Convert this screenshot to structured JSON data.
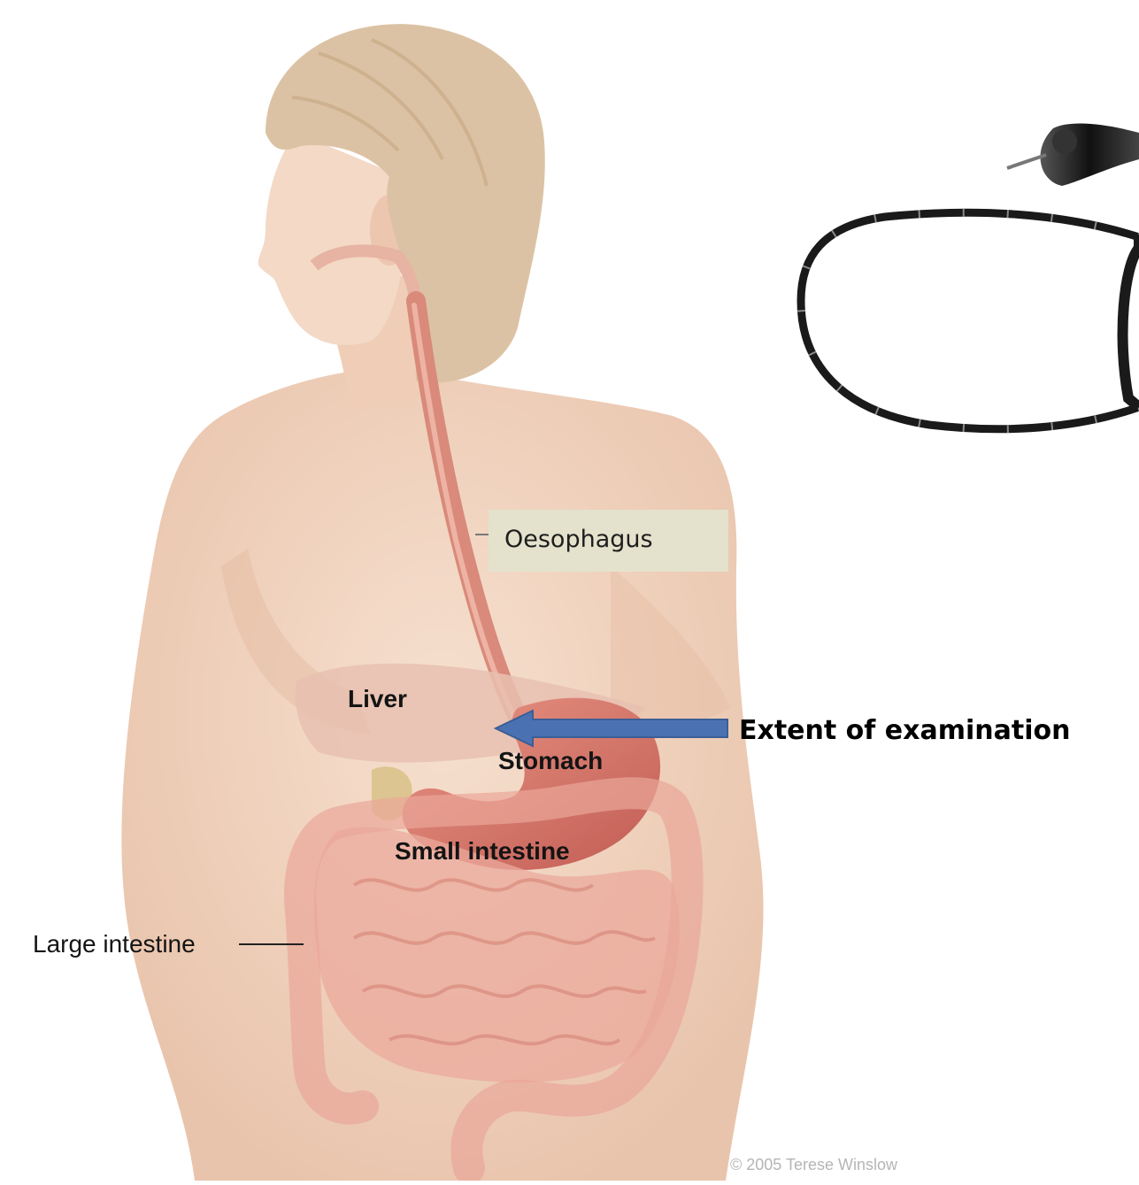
{
  "labels": {
    "oesophagus": "Oesophagus",
    "liver": "Liver",
    "stomach": "Stomach",
    "small_intestine": "Small intestine",
    "large_intestine": "Large intestine",
    "extent": "Extent of examination",
    "copyright": "© 2005 Terese Winslow"
  },
  "colors": {
    "skin": "#f2d6c2",
    "hair": "#ddc3a6",
    "oesophagus": "#d98a7a",
    "stomach": "#cf7065",
    "intestine": "#eba99c",
    "liver": "#e8c0b0",
    "arrow": "#4a72b2",
    "callout_box": "#e4e2cc",
    "endoscope": "#1a1a1a"
  }
}
